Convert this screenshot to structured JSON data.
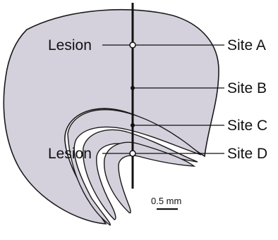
{
  "labels": {
    "lesion_upper": "Lesion",
    "lesion_lower": "Lesion",
    "site_a": "Site A",
    "site_b": "Site B",
    "site_c": "Site C",
    "site_d": "Site D",
    "scale_bar": "0.5 mm"
  },
  "colors": {
    "tissue_fill": "#d4d1dc",
    "outline": "#1a1a1a",
    "background": "#ffffff"
  }
}
